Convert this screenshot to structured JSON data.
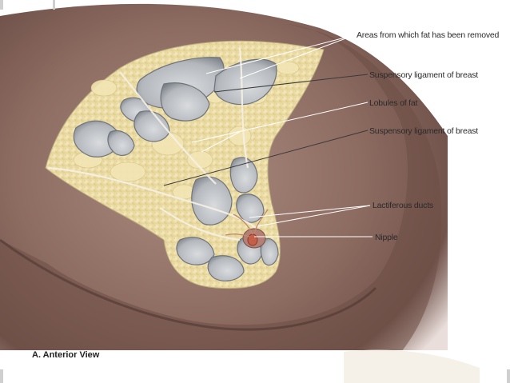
{
  "labels": {
    "fat_removed": "Areas from which fat has been removed",
    "suspensory_upper": "Suspensory ligament of breast",
    "lobules": "Lobules of fat",
    "suspensory_lower": "Suspensory ligament of breast",
    "lactiferous": "Lactiferous ducts",
    "nipple": "Nipple"
  },
  "caption": "A. Anterior View",
  "colors": {
    "skin": "#8a6a60",
    "skin_shadow": "#5e413a",
    "fat": "#efe2b0",
    "fat_dark": "#d9c88a",
    "cavity": "#c9ccd0",
    "cavity_shadow": "#8f949a",
    "ligament": "#f4f0e6",
    "areola": "#b8867a",
    "nipple": "#c05a45"
  }
}
